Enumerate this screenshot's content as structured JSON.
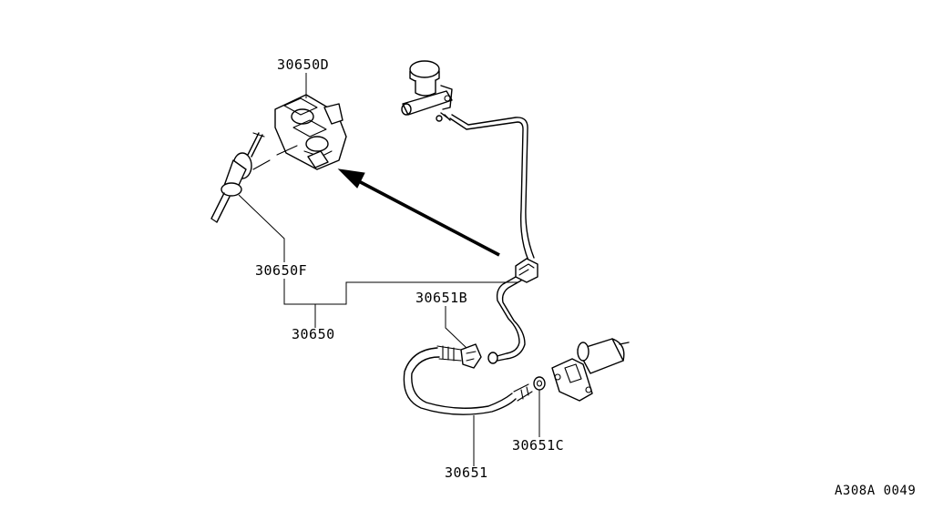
{
  "labels": {
    "block_valve": "30650D",
    "damper_hose": "30650F",
    "pipe_assy": "30650",
    "clamp": "30651B",
    "hose": "30651",
    "gasket": "30651C"
  },
  "reference_code": "A308A 0049"
}
